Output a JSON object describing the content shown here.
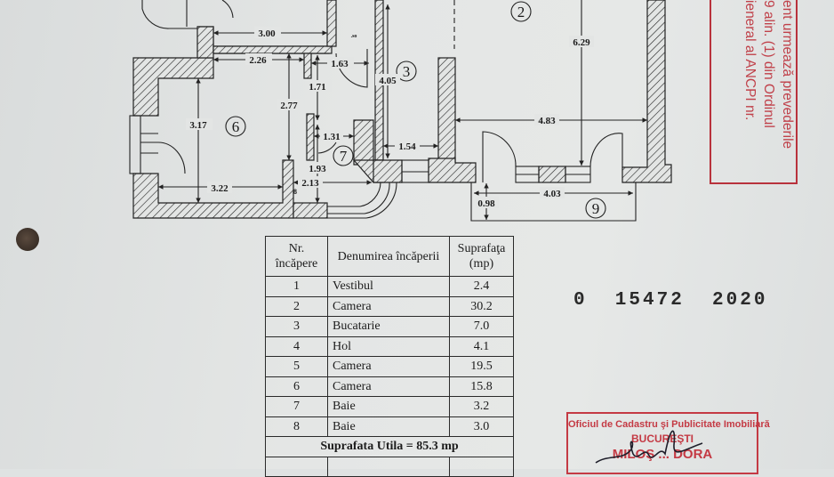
{
  "plan": {
    "rooms": [
      "2",
      "3",
      "6",
      "7",
      "9"
    ],
    "small_labels": [
      "8",
      ".so"
    ],
    "dimensions": [
      "3.00",
      "2.26",
      "1.63",
      "1.71",
      "2.77",
      "3.17",
      "4.05",
      "1.31",
      "1.93",
      "1.54",
      "3.22",
      "2.13",
      "6.29",
      "4.83",
      "4.03",
      "0.98"
    ]
  },
  "table": {
    "headers": {
      "nr": [
        "Nr.",
        "încăpere"
      ],
      "name": "Denumirea încăperii",
      "area": [
        "Suprafaţa",
        "(mp)"
      ]
    },
    "rows": [
      {
        "nr": "1",
        "name": "Vestibul",
        "area": "2.4"
      },
      {
        "nr": "2",
        "name": "Camera",
        "area": "30.2"
      },
      {
        "nr": "3",
        "name": "Bucatarie",
        "area": "7.0"
      },
      {
        "nr": "4",
        "name": "Hol",
        "area": "4.1"
      },
      {
        "nr": "5",
        "name": "Camera",
        "area": "19.5"
      },
      {
        "nr": "6",
        "name": "Camera",
        "area": "15.8"
      },
      {
        "nr": "7",
        "name": "Baie",
        "area": "3.2"
      },
      {
        "nr": "8",
        "name": "Baie",
        "area": "3.0"
      }
    ],
    "total": "Suprafata Utila = 85.3 mp"
  },
  "registration_number": "0  15472  2020",
  "red_stamp": {
    "lines": [
      "ent urmează prevederile",
      "9  alin.  (1)  din  Ordinul",
      "ieneral  al  ANCPI  nr."
    ]
  },
  "office_stamp": {
    "line1": "Oficiul de Cadastru şi Publicitate Imobiliară",
    "line2": "BUCUREŞTI",
    "line3": "MILOŞ ... DORA"
  },
  "colors": {
    "stamp_red": "#c0414a",
    "ink": "#1a1a1a",
    "paper": "#e2e4e4"
  }
}
